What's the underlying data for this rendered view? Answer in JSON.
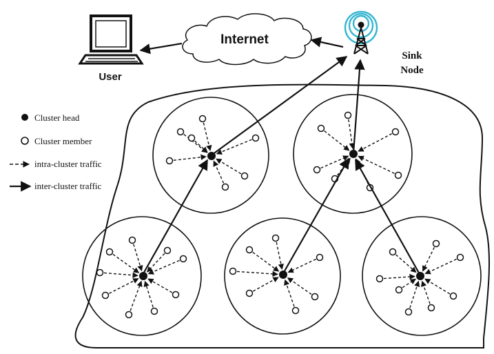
{
  "internet_label": "Internet",
  "user_label": "User",
  "sink": {
    "line1": "Sink",
    "line2": "Node"
  },
  "legend": [
    {
      "label": "Cluster head"
    },
    {
      "label": "Cluster member"
    },
    {
      "label": "intra-cluster traffic"
    },
    {
      "label": "inter-cluster traffic"
    }
  ],
  "clusters": [
    {
      "id": "cluster-top-left",
      "members": 7
    },
    {
      "id": "cluster-top-right",
      "members": 7
    },
    {
      "id": "cluster-bottom-left",
      "members": 9
    },
    {
      "id": "cluster-bottom-middle",
      "members": 7
    },
    {
      "id": "cluster-bottom-right",
      "members": 8
    }
  ],
  "colors": {
    "stroke": "#111111",
    "tower_signal": "#35b6cf",
    "background": "#ffffff"
  }
}
